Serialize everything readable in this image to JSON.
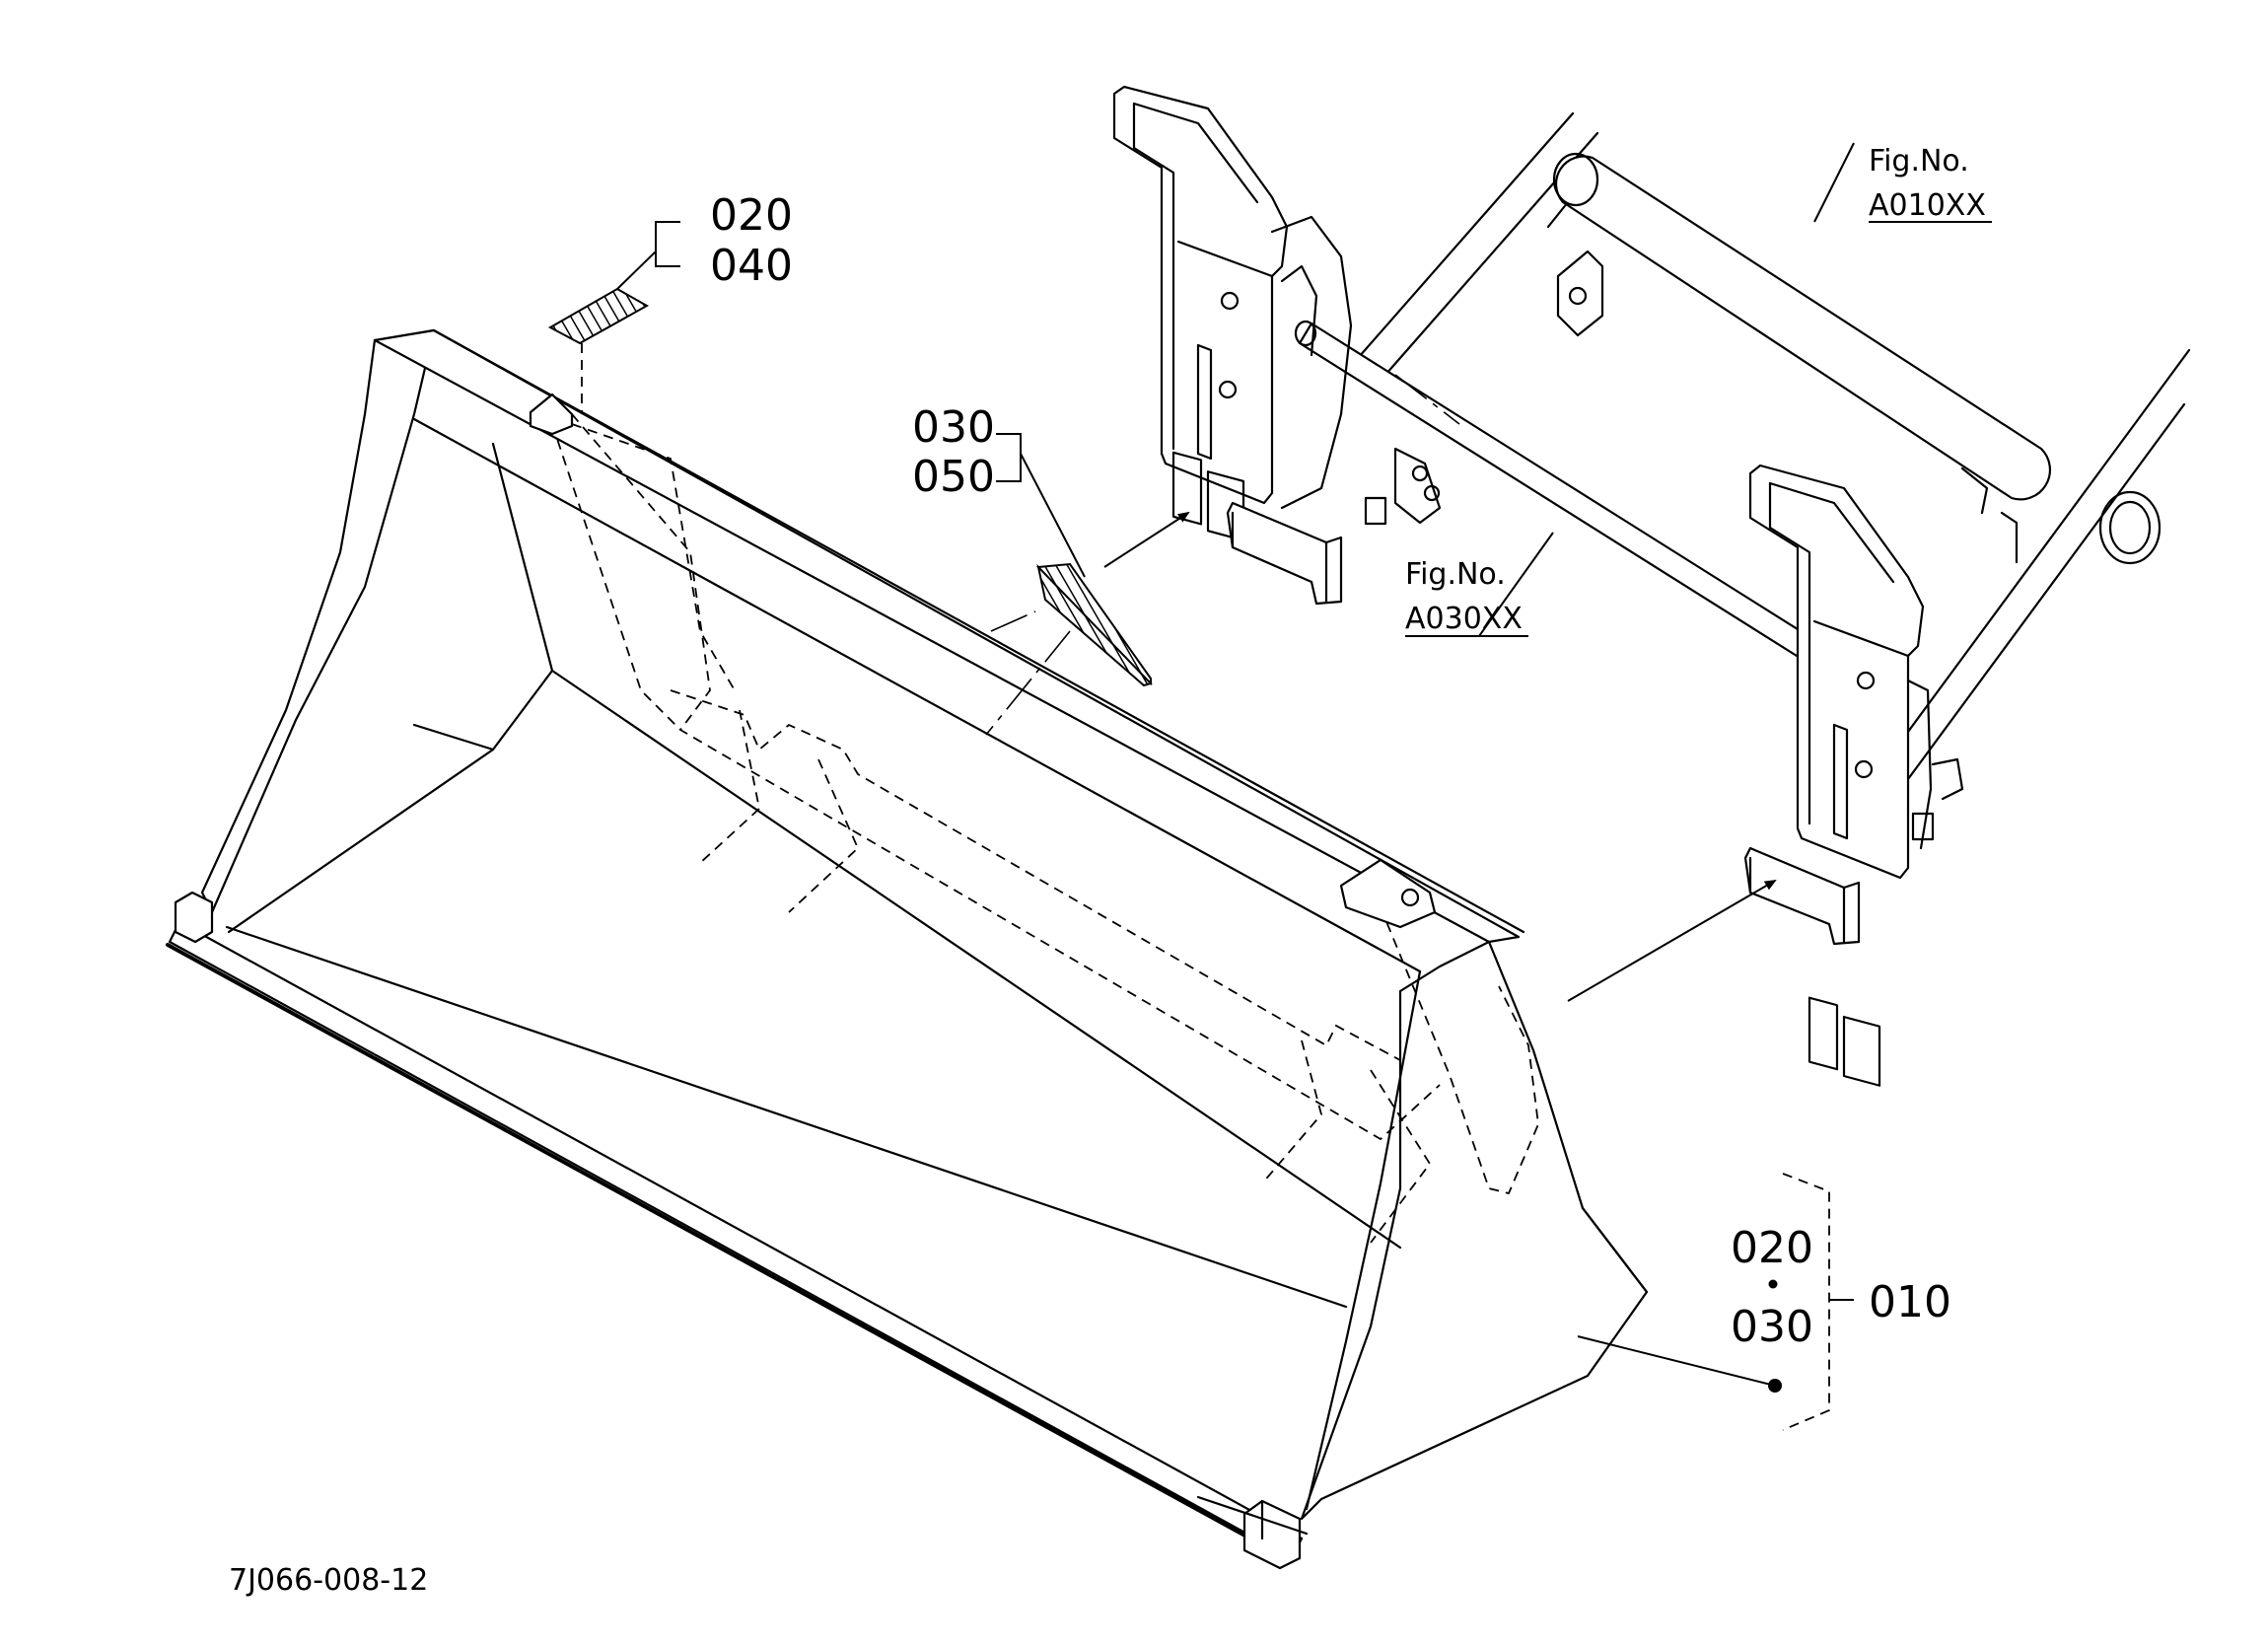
{
  "callouts": {
    "decal_left_top": "020",
    "decal_left_bottom": "040",
    "decal_mid_top": "030",
    "decal_mid_bottom": "050",
    "assembly_top": "020",
    "assembly_bottom": "030",
    "assembly_group": "010"
  },
  "figure_refs": {
    "upper_caption": "Fig.No.",
    "upper_code": "A010XX",
    "lower_caption": "Fig.No.",
    "lower_code": "A030XX"
  },
  "drawing_number": "7J066-008-12"
}
